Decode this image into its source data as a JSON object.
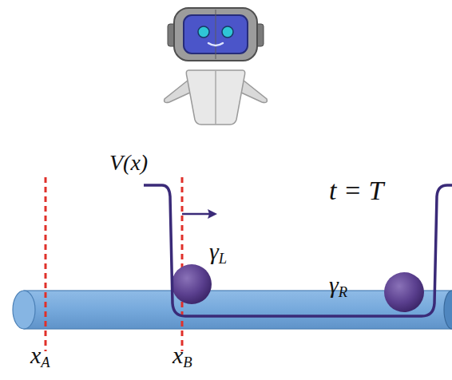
{
  "diagram": {
    "labels": [
      "V(x)",
      "t = T",
      "γL",
      "γR",
      "xA",
      "xB"
    ]
  }
}
